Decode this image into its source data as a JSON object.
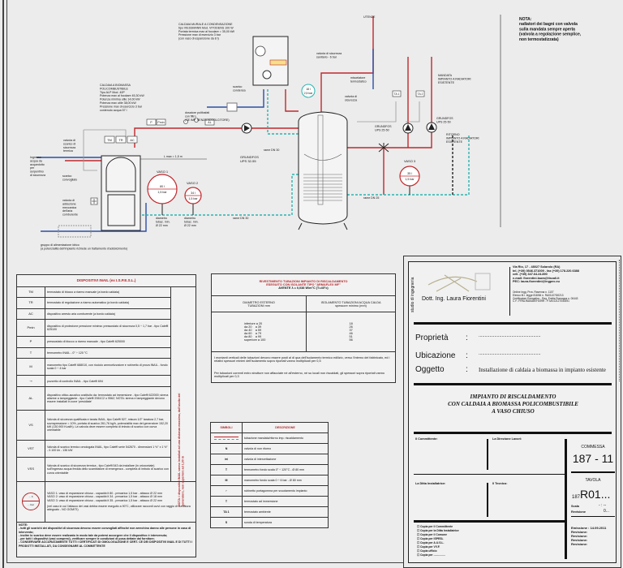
{
  "colors": {
    "hot_pipe": "#c0282d",
    "cold_pipe": "#2a4fa8",
    "return_pipe": "#2bb3b0",
    "table_header": "#b3262a",
    "background": "#ececec"
  },
  "diagram": {
    "labels": {
      "nota": [
        "NOTA:",
        "radiatori dei bagni con valvola",
        "sulla mandata sempre aperta",
        "(valvola a regolazione semplice,",
        "non termostatizzata)"
      ],
      "wall_boiler": [
        "CALDAIA MURALE A CONDENSAZIONE",
        "tipo VIESSMANN Mod. VITODENS 100 W",
        "Portata termica max al focolare = 35,00 kW",
        "Pressione max di esercizio 3 bar",
        "(con vaso di espansione da 8 l)"
      ],
      "biomass_boiler": [
        "CALDAIA A BIOMASSA",
        "POLICOMBUSTIBILE",
        "Tipo ALP Mod. 40P",
        "Potenza max al focolare 45,30 kW",
        "Potenza minima utile 14,00 kW",
        "Potenza max utile 38,00 kW",
        "Pressione max di esercizio 3 bar",
        "contenuto acqua 57 l"
      ],
      "scarico_condensa": [
        "scarico",
        "condensa"
      ],
      "dosatore": [
        "dosatore polifosfati",
        "con filtro",
        "(SE IMP. SENZA ADDOLCITORE)"
      ],
      "valvola_scarico": [
        "valvola di",
        "scarico di",
        "sicurezza",
        "termica"
      ],
      "ingresso_acqua": [
        "Ingresso",
        "acqua da",
        "acquedotto",
        "per",
        "serpentino",
        "di sicurezza"
      ],
      "scarico_convogliato": [
        "scarico",
        "convogliato"
      ],
      "valvola_adduzione": [
        "valvola di",
        "adduzione",
        "meccanica",
        "dell'aria",
        "comburente"
      ],
      "gruppo_alimentazione": [
        "gruppo di alimentazione idrico",
        "(a potenzialità dell'impianto richiede un trattamento d'addolcimento)"
      ],
      "lmax": [
        "L max = 1,5 m"
      ],
      "grundfos_main": [
        "GRUNDFOS",
        "UPS 32-55"
      ],
      "rame_dn30_top": [
        "rame DN 30"
      ],
      "rame_dn30_bottom": [
        "rame DN 30"
      ],
      "vaso1_title": [
        "VASO 1"
      ],
      "vaso2_title": [
        "VASO 2"
      ],
      "vaso1_diam": [
        "diametro",
        "tubaz. min.",
        "Ø 22 mm"
      ],
      "vaso2_diam": [
        "diametro",
        "tubaz. min.",
        "Ø 22 mm"
      ],
      "valv_sic_sanitario": [
        "valvola di sicurezza",
        "sanitario - 6 bar"
      ],
      "miscelatore": [
        "miscelatore",
        "termostatico"
      ],
      "valv_sicurezza": [
        "valvola di",
        "sicurezza"
      ],
      "utenze": [
        "UTENZE"
      ],
      "mandata": [
        "MANDATA",
        "IMPIANTO A RADIATORI",
        "ESISTENTE"
      ],
      "ritorno": [
        "RITORNO",
        "IMPIANTO A RADIATORI",
        "ESISTENTE"
      ],
      "grundfos_left": [
        "GRUNDFOS",
        "UPS 25-50"
      ],
      "grundfos_right": [
        "GRUNDFOS",
        "UPS 25-50"
      ],
      "vaso3_title": [
        "VASO 3"
      ],
      "rame_dn25": [
        "rame DN 25"
      ]
    },
    "boiler_devices": [
      "TM",
      "TR",
      "AC"
    ],
    "line_devices": [
      "P",
      "Pmin",
      "AL"
    ],
    "room_thermostats": [
      "TA 1",
      "TA 2"
    ],
    "vasi": [
      {
        "volume": "80 l",
        "pressure": "1,5 bar"
      },
      {
        "volume": "34 l",
        "pressure": "1,5 bar"
      },
      {
        "volume": "35 l",
        "pressure": "1,5 bar"
      }
    ],
    "tank_gauge": {
      "volume": "18 l",
      "pressure": "2,5 bar"
    }
  },
  "inail": {
    "title": "DISPOSITIVI INAIL (ex I.S.P.E.S.L.)",
    "side_note": "NOTA: i dispositivi INAIL vanno installati ad una distanza massima, dall'uscita del generatore, non superiore ad 1,00 m",
    "rows": [
      {
        "symbol": "TM",
        "text": "termostato di blocco a riarmo manuale (a bordo caldaia)"
      },
      {
        "symbol": "TR",
        "text": "termostato di regolazione a riarmo automatico (a bordo caldaia)"
      },
      {
        "symbol": "AC",
        "text": "dispositivo arresto aria comburente (a bordo caldaia)"
      },
      {
        "symbol": "Pmin",
        "text": "dispositivo di protezione pressione minima: pressostato di sicurezza 0,5 ÷ 1,7 bar - tipo Caleffi 625100"
      },
      {
        "symbol": "P",
        "text": "pressostato di blocco a riarmo manuale - tipo Caleffi 625000"
      },
      {
        "symbol": "T",
        "text": "termometro INAIL - 0° ÷ 120 °C"
      },
      {
        "symbol": "M",
        "text": "manometro tipo Caleffi 688010, con ricciolo ammortizzatore e rubinetto di prova INAIL - fondo scala 0 ÷ 4 bar"
      },
      {
        "symbol": "⊸",
        "text": "pozzetto di controllo INAIL - tipo Caleffi 694"
      },
      {
        "symbol": "AL",
        "text": "dispositivo ottico-acustico costituito da: termostato ad immersione - tipo Caleffi 622000; sirena allarme a lampeggiante - tipo Caleffi 2061C2 o 9562; NOTA: sirena e lampeggiante devono essere installati in zone 'presidiate'"
      },
      {
        "symbol": "VS",
        "text": "Valvola di sicurezza qualificata e tarata INAIL, tipo Caleffi 527, misura 1/2\" taratura 2,7 bar, sovrapressione = 10%, portata di scarico 261,76 kg/h, potenzialità max del generatore 152,20 kW (130.900 Kcal/h). La valvola deve essere completa di imbuto di scarico con curva orientabile"
      },
      {
        "symbol": "VST",
        "text": "Valvola di scarico termico omologata INAIL, tipo Caleffi serie 542670 - dimensioni 1 ½\" x 1 ½\" - 0.100 kh - 136 kW"
      },
      {
        "symbol": "VSS",
        "text": "Valvola di scarico di sicurezza termica - tipo Caleffi 543 da installare (in orizzontale) sull'ingresso acqua fredda dello scambiatore di emergenza - completa di imbuto di scarico con curva orientabile"
      }
    ],
    "vaso_symbol": {
      "top": "... lt",
      "bottom": "... bar"
    },
    "vaso_lines": [
      "VASO 1: vaso di espansione chiuso - capacità lt 80 - precarica 1,5 bar - attacco Ø 22 mm",
      "VASO 2: vaso di espansione chiuso - capacità lt 34 - precarica 1,5 bar - attacco Ø 18 mm",
      "VASO 3: vaso di espansione chiuso - capacità lt 35 - precarica 1,5 bar - attacco Ø 22 mm",
      "(nel caso in cui l'attacco dei vasi debba essere eseguito a 90°C, utilizzare raccordi curvi con raggio di curvatura adeguato - NO GOMITI)"
    ],
    "notes": [
      "NOTE:",
      "- tutti gli scarichi dei dispositivi di sicurezza devono essere convogliati affinché non arrechino danno alle persone in caso di intervento;",
      "- inoltre lo scarico deve essere realizzato in modo tale da potersi accorgere che il dispositivo è intervenuto;",
      "- per tutti i dispositivi (vasi compresi), verificare sempre le condizioni di posa dettate dal fornitore;",
      "- CONSERVARE ACCURATAMENTE TUTTI I CERTIFICATI DI OMOLOGAZIONE E CERT. CE DEI DISPOSITIVI INAIL E DI TUTTI I PRODOTTI INSTALLATI, DA CONSEGNARE AL COMMITTENTE"
    ]
  },
  "pipes": {
    "title": [
      "RIVESTIMENTO TUBAZIONI IMPIANTO DI RISCALDAMENTO",
      "ESEGUITO CON ISOLANTE TIPO \"ARMAFLEX MF\"",
      "AVENTE λ = 0,038 W/m°C (T=40°c)"
    ],
    "col1": [
      "DIAMETRO ESTERNO",
      "TUBAZIONI mm"
    ],
    "col2": [
      "ISOLAMENTO TUBAZIONI ACQUA CALDA",
      "spessore minimo (mm)"
    ],
    "rows": [
      [
        "inferiore a 20",
        "18"
      ],
      [
        "da 20    a 39",
        "26"
      ],
      [
        "da 40    a 59",
        "37"
      ],
      [
        "da 60    a 79",
        "46"
      ],
      [
        "da 80    a 99",
        "51"
      ],
      [
        "superiore a 100",
        "56"
      ]
    ],
    "notes": [
      "I montanti verticali delle tubazioni devono essere posti al di qua dell'isolamento termico edilizio, verso l'interno del fabbricato, ed i relativi spessori minimi dell'isolamento sopra riportati vanno moltiplicati per 0,5",
      "Per tubazioni correnti entro strutture non affacciate né all'esterno, né su locali non riscaldati, gli spessori sopra riportati vanno moltiplicati per 0,3"
    ]
  },
  "symbols": {
    "headers": [
      "SIMBOLI",
      "DESCRIZIONE"
    ],
    "rows": [
      {
        "icon": "pipe-lines",
        "glyph": "═",
        "text": "tubazione mandata/ritorno imp. riscaldamento"
      },
      {
        "icon": "check-valve",
        "glyph": "N",
        "text": "valvola di non ritorno"
      },
      {
        "icon": "shutoff-valve",
        "glyph": "⋈",
        "text": "valvola di intercettazione"
      },
      {
        "icon": "thermometer",
        "glyph": "T",
        "text": "termometro fondo scala 0° ÷ 120°C - Ø 80 mm"
      },
      {
        "icon": "manometer",
        "glyph": "M",
        "text": "manometro fondo scala 0 ÷ 6 bar - Ø 80 mm"
      },
      {
        "icon": "drain-tap",
        "glyph": "⌐",
        "text": "rubinetto portagomma per svuotamento impianto"
      },
      {
        "icon": "immersion-thermostat",
        "glyph": "T",
        "text": "termostato ad immersione"
      },
      {
        "icon": "room-thermostat",
        "glyph": "TA 1",
        "text": "termostato ambiente"
      },
      {
        "icon": "temperature-probe",
        "glyph": "S",
        "text": "sonda di temperatura"
      }
    ]
  },
  "title_block": {
    "studio": "studio di ingegneria",
    "engineer": "Dott. Ing. Laura Fiorentini",
    "contacts": [
      "Via Rio, 17 - 48027 Solarolo (RA)",
      "tel. (+39) 0546.371009 - fax (+39) 178.220.6388",
      "cell. (+39) 347.64.24.890",
      "e-mail: fiorentini.laura@tiscali.it",
      "PEC: laura.fiorentini@ingpec.eu"
    ],
    "registrations": [
      "Ordine Ingg. Prov. Ravenna n. 1107",
      "Elenco M.I. legge 818/84 n. RA01107I00213",
      "Certificatore Energetico - Reg. Emilia Romagna n. 00443",
      "C.F.: FRNLRA84A57H199R - P.IVA 02127040391"
    ],
    "fields": [
      {
        "label": "Proprietà",
        "sep": ":",
        "value": "..................................................."
      },
      {
        "label": "Ubicazione",
        "sep": ":",
        "value": "..................................................."
      },
      {
        "label": "Oggetto",
        "sep": ":",
        "value": "Installazione di caldaia a biomassa in impianto esistente"
      }
    ],
    "title": [
      "IMPIANTO DI RISCALDAMENTO",
      "CON CALDAIA A BIOMASSA POLICOMBUSTIBILE",
      "A VASO CHIUSO"
    ],
    "signatures": [
      "Il Committente:",
      "La Direzione Lavori:",
      "La Ditta Installatrice:",
      "Il Tecnico:"
    ],
    "copies": [
      "Copia per il Committente",
      "Copia per la Ditta Installatrice",
      "Copia per il Comune",
      "Copia per ISPESL",
      "Copia per A.U.S.L.",
      "Copia per VV.F.",
      "Copia ufficio",
      "Copia per ..............."
    ],
    "commessa_label": "COMMESSA",
    "commessa": "187 - 11",
    "tavola_label": "TAVOLA",
    "tavola_prefix": "187",
    "tavola": "R01...",
    "scala_label": "Scala",
    "scala": "- : --",
    "revisione_label": "Revisione",
    "revisione": "0...",
    "emissione": "Emissione : 14.09.2011",
    "revisions": [
      "Revisione:",
      "Revisione:",
      "Revisione:",
      "Revisione:"
    ]
  }
}
